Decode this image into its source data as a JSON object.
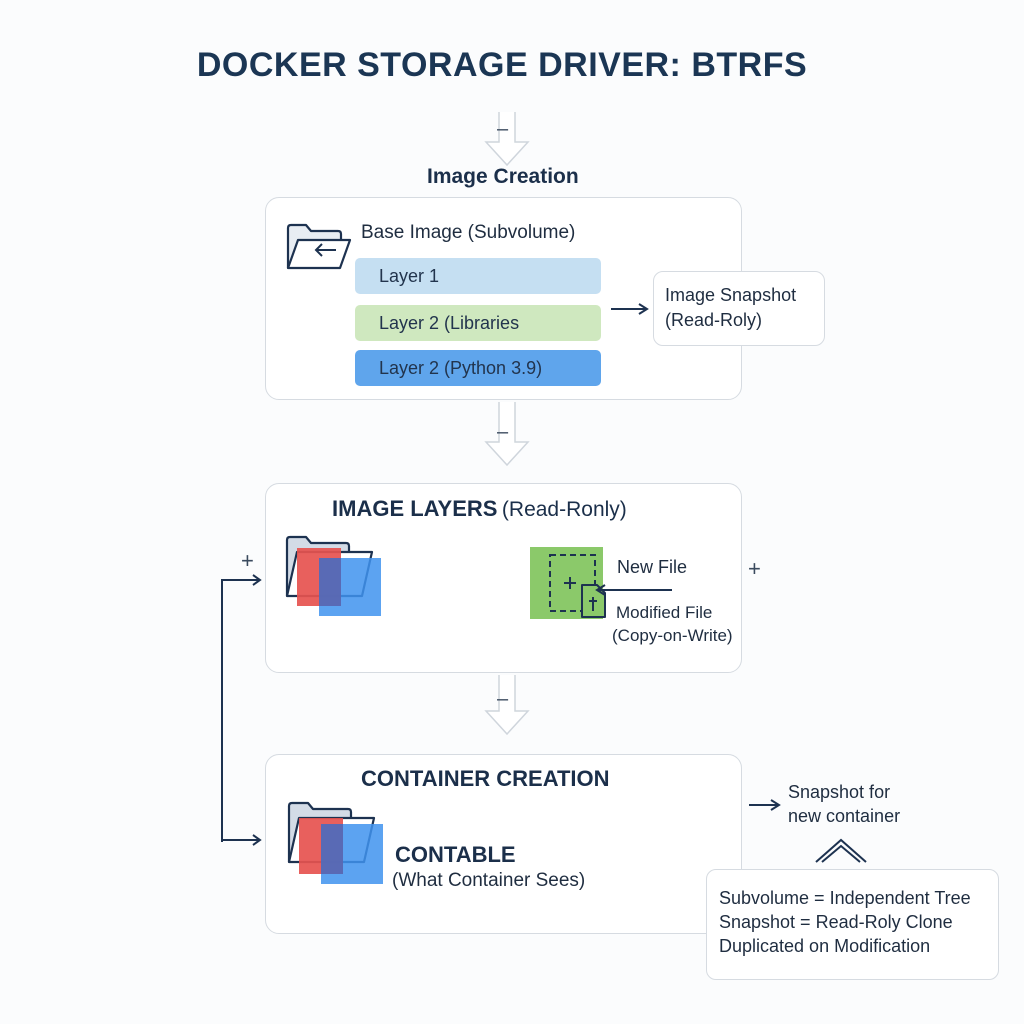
{
  "title": "DOCKER STORAGE DRIVER: BTRFS",
  "image_creation": {
    "heading": "Image Creation",
    "base_image_label": "Base Image (Subvolume)",
    "layers": [
      {
        "label": "Layer 1",
        "color": "#c5dff2"
      },
      {
        "label": "Layer 2 (Libraries",
        "color": "#cfe8bf"
      },
      {
        "label": "Layer 2 (Python 3.9)",
        "color": "#5fa5ec"
      }
    ],
    "snapshot_line1": "Image Snapshot",
    "snapshot_line2": "(Read-Roly)"
  },
  "image_layers": {
    "heading_bold": "IMAGE LAYERS",
    "heading_rest": "(Read-Ronly)",
    "new_file": "New File",
    "modified_file": "Modified File",
    "copy_on_write": "(Copy-on-Write)"
  },
  "container_creation": {
    "heading": "CONTAINER CREATION",
    "contable": "CONTABLE",
    "contable_sub": "(What Container Sees)"
  },
  "snapshot_note": {
    "line1": "Snapshot for",
    "line2": "new container"
  },
  "legend": {
    "line1": "Subvolume = Independent Tree",
    "line2": "Snapshot = Read-Roly Clone",
    "line3": "Duplicated on Modification"
  },
  "symbols": {
    "minus": "–",
    "plus": "+"
  },
  "colors": {
    "accent_red": "#e6524f",
    "accent_blue": "#3f93ee",
    "accent_green": "#8bc96a",
    "navy": "#1b3654"
  }
}
